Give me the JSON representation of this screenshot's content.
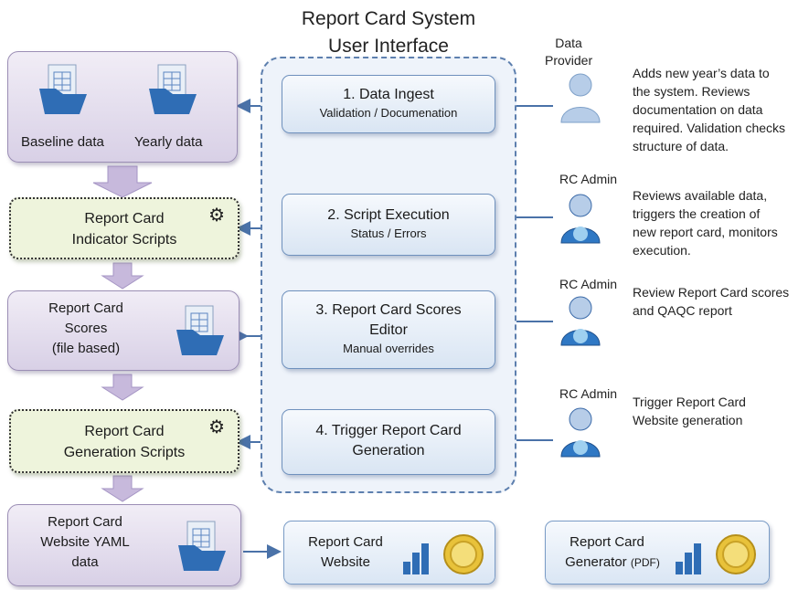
{
  "title": {
    "line1": "Report Card System",
    "line2": "User Interface"
  },
  "steps": [
    {
      "title": "1. Data Ingest",
      "subtitle": "Validation / Documenation"
    },
    {
      "title": "2. Script Execution",
      "subtitle": "Status / Errors"
    },
    {
      "title_line1": "3. Report Card Scores",
      "title_line2": "Editor",
      "subtitle": "Manual overrides"
    },
    {
      "title_line1": "4. Trigger Report Card",
      "title_line2": "Generation"
    }
  ],
  "left": {
    "baseline": "Baseline data",
    "yearly": "Yearly data",
    "indicator_scripts": {
      "line1": "Report Card",
      "line2": "Indicator Scripts"
    },
    "scores": {
      "line1": "Report Card",
      "line2": "Scores",
      "line3": "(file based)"
    },
    "generation_scripts": {
      "line1": "Report Card",
      "line2": "Generation Scripts"
    },
    "yaml": {
      "line1": "Report Card",
      "line2": "Website YAML",
      "line3": "data"
    }
  },
  "outputs": {
    "website": {
      "line1": "Report Card",
      "line2": "Website"
    },
    "generator": {
      "line1": "Report Card",
      "line2": "Generator",
      "suffix": "(PDF)"
    }
  },
  "actors": [
    {
      "role_line1": "Data",
      "role_line2": "Provider",
      "note": [
        "Adds new year’s data to",
        "the system. Reviews",
        "documentation on data",
        "required. Validation checks",
        "structure of data."
      ]
    },
    {
      "role": "RC Admin",
      "note": [
        "Reviews available data,",
        "triggers the creation of",
        "new report card, monitors",
        "execution."
      ]
    },
    {
      "role": "RC Admin",
      "note": [
        "Review Report Card scores",
        "and QAQC report"
      ]
    },
    {
      "role": "RC Admin",
      "note": [
        "Trigger Report Card",
        "Website generation"
      ]
    }
  ],
  "colors": {
    "arrow_blue": "#4a72a8",
    "arrow_purple": "#a491c8",
    "frame": "#5d7fae"
  }
}
